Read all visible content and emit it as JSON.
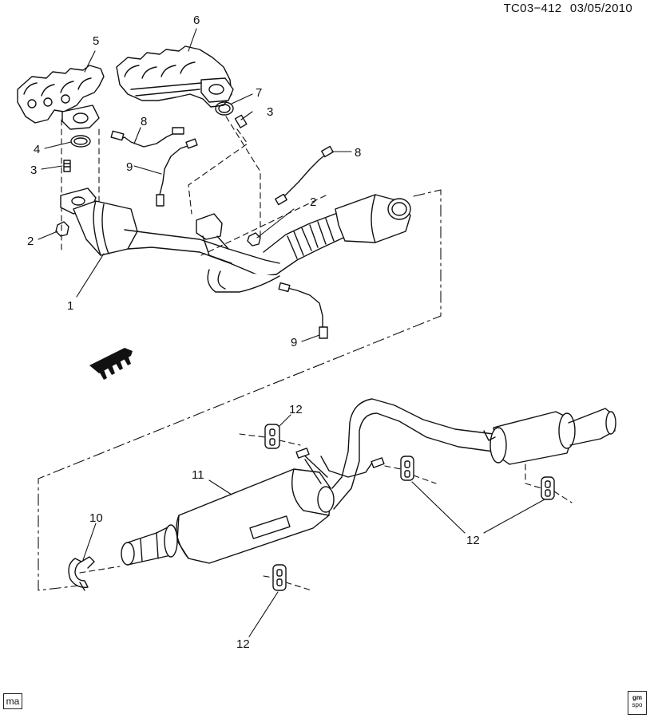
{
  "header": {
    "code": "TC03−412",
    "date": "03/05/2010"
  },
  "callouts": {
    "c1": "1",
    "c2a": "2",
    "c2b": "2",
    "c3a": "3",
    "c3b": "3",
    "c4": "4",
    "c5": "5",
    "c6": "6",
    "c7": "7",
    "c8a": "8",
    "c8b": "8",
    "c9a": "9",
    "c9b": "9",
    "c10": "10",
    "c11": "11",
    "c12a": "12",
    "c12b": "12",
    "c12c": "12"
  },
  "badges": {
    "left": "ma",
    "right_top": "gm",
    "right_bottom": "spo"
  }
}
